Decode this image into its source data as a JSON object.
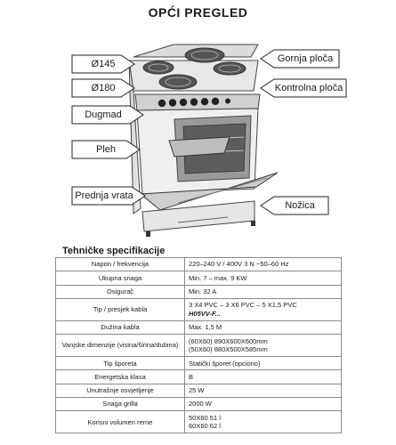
{
  "title": "OPĆI PREGLED",
  "labels": {
    "d145": "Ø145",
    "d180": "Ø180",
    "knobs": "Dugmad",
    "tray": "Pleh",
    "front_door": "Prednja vrata",
    "top_lid": "Gornja ploča",
    "control_panel": "Kontrolna ploča",
    "feet": "Nožica"
  },
  "specs": {
    "heading": "Tehničke specifikacije",
    "rows": [
      {
        "key": "Napon / frekvencija",
        "value": "220–240 V / 400V 3 N ~50–60 Hz"
      },
      {
        "key": "Ukupna snaga",
        "value": "Min. 7 – max. 9 KW"
      },
      {
        "key": "Osigurač",
        "value": "Min. 32 A"
      },
      {
        "key": "Tip / presjek kabla",
        "value": "3 X4 PVC – 3 X6 PVC – 5 X1,5 PVC",
        "value2": "H05VV-F..."
      },
      {
        "key": "Dužina kabla",
        "value": "Max. 1,5 M"
      },
      {
        "key": "Vanjske dimenzije (visina/širina/dubina)",
        "value": "(60X60) 890X600X600mm",
        "value2": "(50X60) 880X500X585mm"
      },
      {
        "key": "Tip šporeta",
        "value": "Statički šporet (opciono)"
      },
      {
        "key": "Energetska klasa",
        "value": "B"
      },
      {
        "key": "Unutrašnje osvjetljenje",
        "value": "25 W"
      },
      {
        "key": "Snaga grilla",
        "value": "2000 W"
      },
      {
        "key": "Korisni volumen rerne",
        "value": "50X60 51 l",
        "value2": "60X60 62 l"
      }
    ]
  }
}
